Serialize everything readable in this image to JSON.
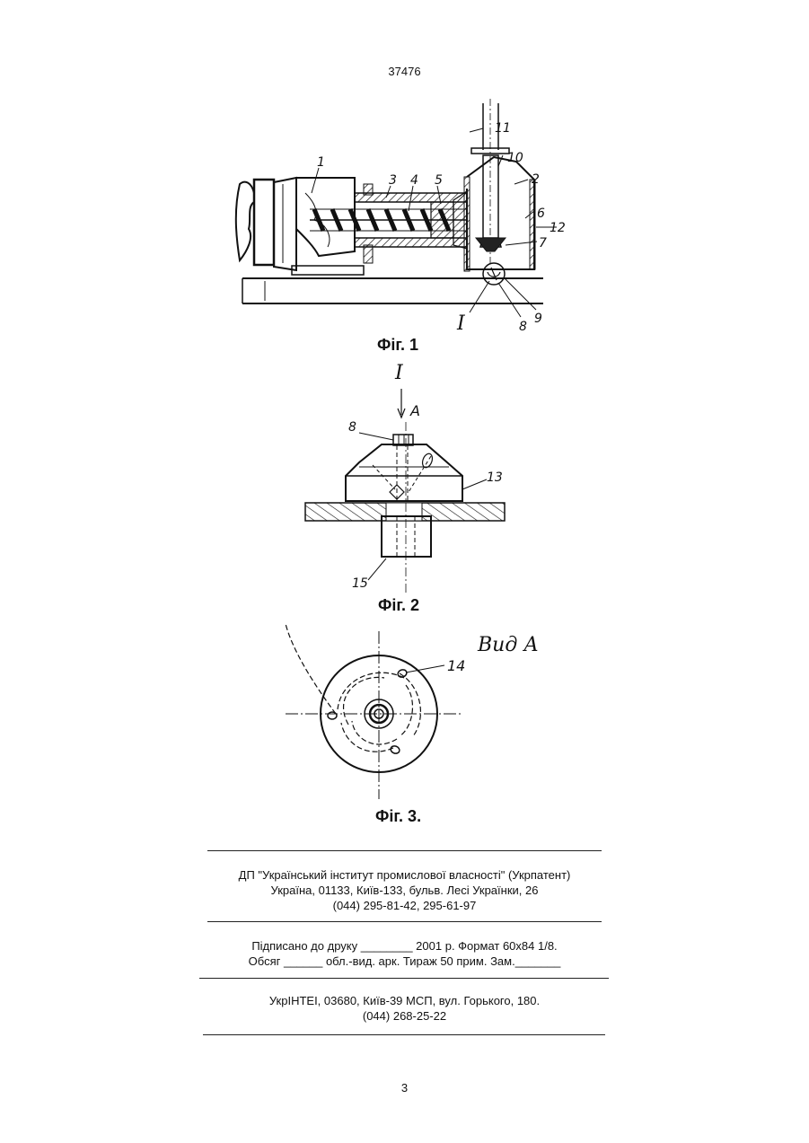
{
  "header": {
    "doc_number": "37476"
  },
  "figures": {
    "fig1": {
      "caption": "Фіг. 1",
      "labels": [
        "1",
        "3",
        "4",
        "5",
        "11",
        "10",
        "2",
        "6",
        "12",
        "7",
        "I",
        "8",
        "9"
      ]
    },
    "fig2": {
      "caption": "Фіг. 2",
      "section_mark": "I",
      "view_arrow": "A",
      "labels": [
        "8",
        "13",
        "15"
      ]
    },
    "fig3": {
      "caption": "Фіг. 3.",
      "view_title": "Вид А",
      "labels": [
        "14"
      ]
    }
  },
  "publisher": {
    "line1": "ДП \"Український інститут промислової власності\" (Укрпатент)",
    "line2": "Україна, 01133, Київ-133, бульв. Лесі Українки, 26",
    "line3": "(044) 295-81-42, 295-61-97"
  },
  "print_info": {
    "line1": "Підписано до друку ________ 2001 р.    Формат 60х84 1/8.",
    "line2": "Обсяг ______ обл.-вид. арк.   Тираж 50 прим.    Зам._______"
  },
  "printer": {
    "line1": "УкрІНТЕІ, 03680, Київ-39 МСП, вул. Горького, 180.",
    "line2": "(044) 268-25-22"
  },
  "footer": {
    "page_number": "3"
  }
}
